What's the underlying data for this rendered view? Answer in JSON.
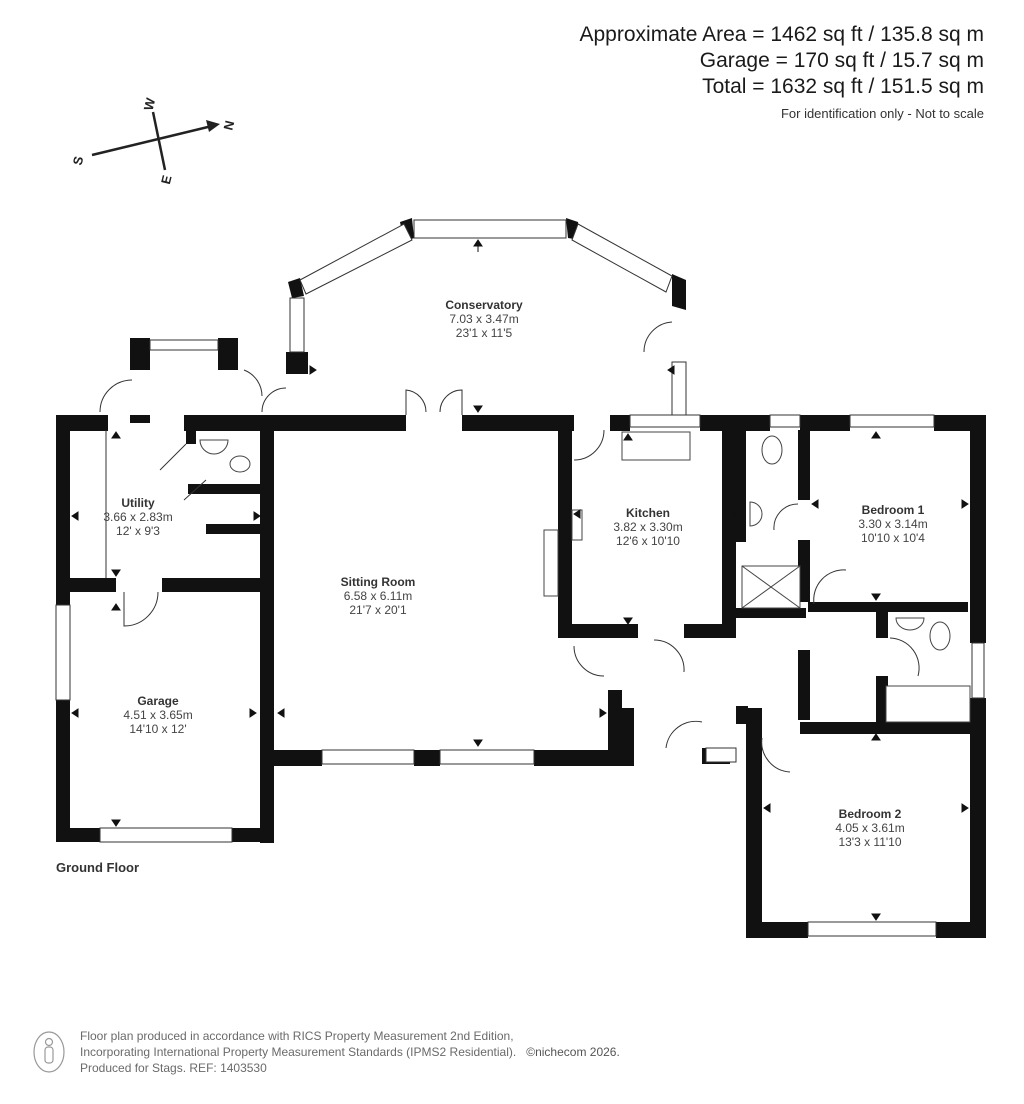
{
  "header": {
    "area_lines": [
      "Approximate Area = 1462 sq ft / 135.8 sq m",
      "Garage = 170 sq ft / 15.7 sq m",
      "Total = 1632 sq ft / 151.5 sq m"
    ],
    "note": "For identification only - Not to scale"
  },
  "compass": {
    "n": "N",
    "s": "S",
    "e": "E",
    "w": "W"
  },
  "floor_label": "Ground Floor",
  "rooms": [
    {
      "name": "Conservatory",
      "metric": "7.03 x 3.47m",
      "imperial": "23'1 x 11'5"
    },
    {
      "name": "Utility",
      "metric": "3.66 x 2.83m",
      "imperial": "12' x 9'3"
    },
    {
      "name": "Kitchen",
      "metric": "3.82 x 3.30m",
      "imperial": "12'6 x 10'10"
    },
    {
      "name": "Bedroom 1",
      "metric": "3.30 x 3.14m",
      "imperial": "10'10 x 10'4"
    },
    {
      "name": "Sitting Room",
      "metric": "6.58 x 6.11m",
      "imperial": "21'7 x 20'1"
    },
    {
      "name": "Garage",
      "metric": "4.51 x 3.65m",
      "imperial": "14'10 x 12'"
    },
    {
      "name": "Bedroom 2",
      "metric": "4.05 x 3.61m",
      "imperial": "13'3 x 11'10"
    }
  ],
  "footer": {
    "line1": "Floor plan produced in accordance with RICS Property Measurement 2nd Edition,",
    "line2": "Incorporating International Property Measurement Standards (IPMS2 Residential).",
    "copyright": "©nichecom 2026.",
    "line3": "Produced for Stags.   REF: 1403530"
  }
}
